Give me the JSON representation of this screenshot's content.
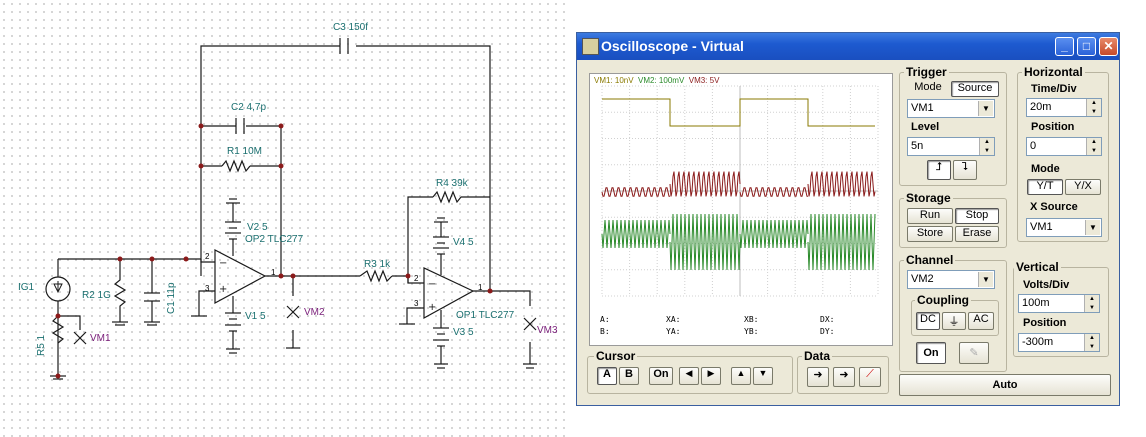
{
  "schematic": {
    "components": {
      "c3": "C3 150f",
      "c2": "C2 4,7p",
      "r1": "R1 10M",
      "r4": "R4 39k",
      "r3": "R3 1k",
      "v2": "V2 5",
      "op2": "OP2 TLC277",
      "v4": "V4 5",
      "ig1": "IG1",
      "r2": "R2 1G",
      "c1": "C1 11p",
      "v1": "V1 5",
      "r5": "R5 1",
      "vm1": "VM1",
      "vm2": "VM2",
      "op1": "OP1 TLC277",
      "v3": "V3 5",
      "vm3": "VM3"
    },
    "pins": {
      "p2": "2",
      "p3": "3",
      "p1": "1",
      "op1_p2": "2",
      "op1_p3": "3",
      "op1_p1": "1"
    }
  },
  "oscilloscope": {
    "title": "Oscilloscope - Virtual",
    "screen": {
      "scales": {
        "vm1": "VM1: 10nV",
        "vm2": "VM2: 100mV",
        "vm3": "VM3: 5V"
      },
      "colors": {
        "vm1": "#8a7a00",
        "vm2": "#2a8a2a",
        "vm3": "#8a1a1a"
      },
      "readout": {
        "a": "A:",
        "b": "B:",
        "xa": "XA:",
        "ya": "YA:",
        "xb": "XB:",
        "yb": "YB:",
        "dx": "DX:",
        "dy": "DY:"
      }
    },
    "trigger": {
      "title": "Trigger",
      "mode_label": "Mode",
      "source_label": "Source",
      "source_value": "VM1",
      "level_label": "Level",
      "level_value": "5n"
    },
    "horizontal": {
      "title": "Horizontal",
      "time_div_label": "Time/Div",
      "time_div_value": "20m",
      "position_label": "Position",
      "position_value": "0",
      "mode_label": "Mode",
      "mode_yt": "Y/T",
      "mode_yx": "Y/X",
      "xsource_label": "X Source",
      "xsource_value": "VM1"
    },
    "storage": {
      "title": "Storage",
      "run": "Run",
      "stop": "Stop",
      "store": "Store",
      "erase": "Erase"
    },
    "channel": {
      "title": "Channel",
      "value": "VM2",
      "coupling_label": "Coupling",
      "dc": "DC",
      "gnd": "⏚",
      "ac": "AC",
      "on": "On"
    },
    "vertical": {
      "title": "Vertical",
      "volts_div_label": "Volts/Div",
      "volts_div_value": "100m",
      "position_label": "Position",
      "position_value": "-300m"
    },
    "cursor": {
      "title": "Cursor",
      "a": "A",
      "b": "B",
      "on": "On",
      "left": "◀",
      "right": "▶",
      "up": "▲",
      "down": "▼"
    },
    "data": {
      "title": "Data"
    },
    "auto": "Auto"
  }
}
